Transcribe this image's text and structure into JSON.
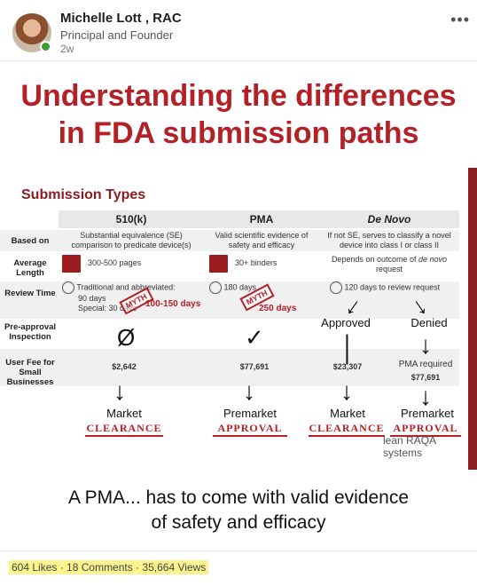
{
  "author": {
    "name": "Michelle Lott , RAC",
    "title": "Principal and Founder",
    "time": "2w"
  },
  "more_icon": "more-horizontal-icon",
  "slide": {
    "title_line1": "Understanding the differences",
    "title_line2": "in FDA submission paths",
    "subheading": "Submission Types",
    "columns": {
      "k510": "510(k)",
      "pma": "PMA",
      "denovo": "De Novo"
    },
    "rows": {
      "based_on": {
        "label": "Based on",
        "k510": "Substantial equivalence (SE) comparison to predicate device(s)",
        "pma": "Valid scientific evidence of safety and efficacy",
        "denovo": "If not SE, serves to classify a novel device into class I or class II"
      },
      "avg_length": {
        "label": "Average Length",
        "k510": "300-500 pages",
        "pma": "30+ binders",
        "denovo_pre": "Depends on outcome of ",
        "denovo_em": "de novo",
        "denovo_post": " request"
      },
      "review_time": {
        "label": "Review Time",
        "k510_line1": "Traditional and abbreviated:",
        "k510_line2": "90 days",
        "k510_line3": "Special: 30 days",
        "k510_myth": "MYTH",
        "k510_real": "100-150 days",
        "pma_line1": "180 days",
        "pma_myth": "MYTH",
        "pma_real": "250 days",
        "denovo": "120 days to review request",
        "approved": "Approved",
        "denied": "Denied"
      },
      "pre_approval": {
        "label": "Pre-approval Inspection",
        "k510": "Ø",
        "pma": "✓"
      },
      "user_fee": {
        "label": "User Fee for Small Businesses",
        "k510": "$2,642",
        "pma": "$77,691",
        "denovo_approved": "$23,307",
        "denovo_denied_line1": "PMA required",
        "denovo_denied_line2": "$77,691"
      }
    },
    "outcomes": {
      "k510_label": "Market",
      "k510_stamp": "CLEARANCE",
      "pma_label": "Premarket",
      "pma_stamp": "APPROVAL",
      "denovo_a_label": "Market",
      "denovo_a_stamp": "CLEARANCE",
      "denovo_d_label": "Premarket",
      "denovo_d_stamp": "APPROVAL"
    },
    "logo": "lean RAQA systems"
  },
  "caption_line1": "A PMA... has to come with valid evidence",
  "caption_line2": "of safety and efficacy",
  "stats": {
    "likes": "604 Likes",
    "comments": "18 Comments",
    "views": "35,664 Views",
    "sep": " · "
  }
}
